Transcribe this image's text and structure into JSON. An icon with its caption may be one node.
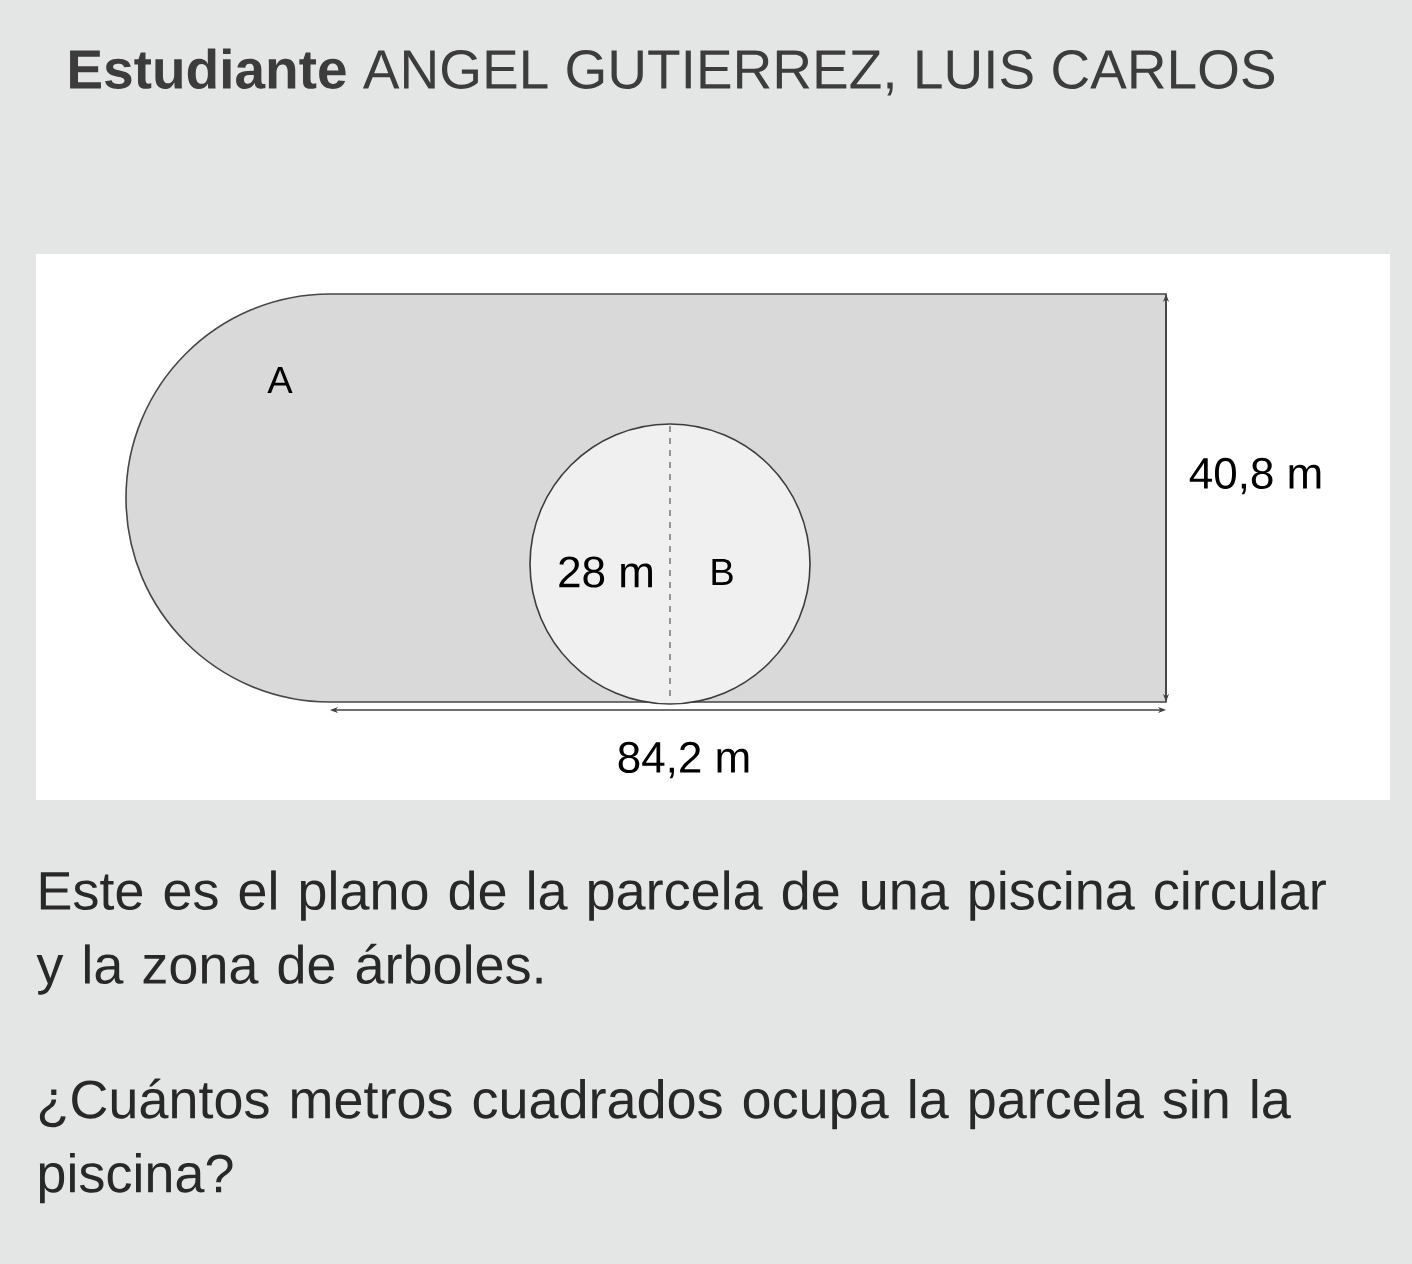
{
  "diagram": {
    "title": "**Estudiante** ANGEL GUTIERREZ, LUIS CARLOS",
    "nodes": [
      {
        "text": [
          "A"
        ]
      },
      {
        "text": [
          "B"
        ],
        "in": 0
      }
    ],
    "labels": [
      "28 m",
      "40,8 m",
      "84,2 m",
      "Este es el plano de la parcela de una piscina circular y la zona de árboles.",
      "¿Cuántos metros cuadrados ocupa la parcela sin la piscina?"
    ]
  }
}
